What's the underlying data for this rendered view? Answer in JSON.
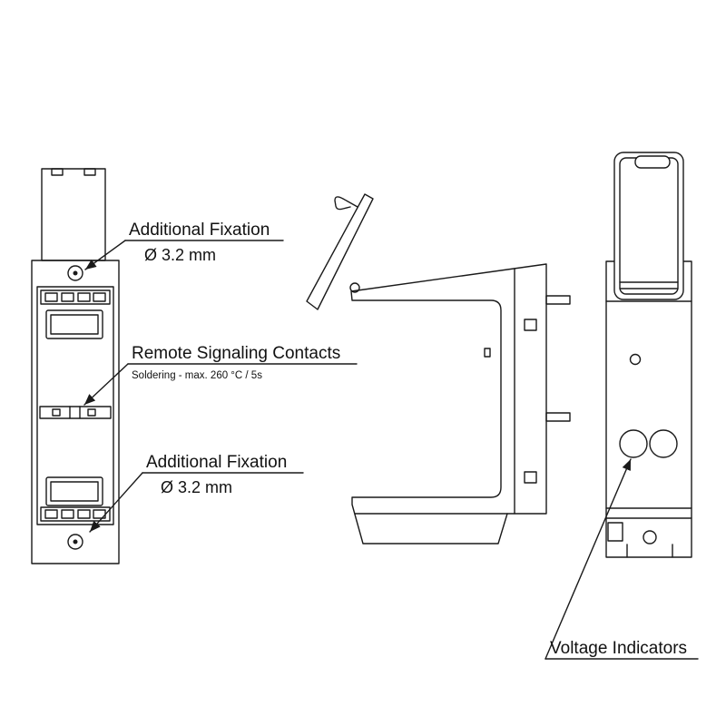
{
  "colors": {
    "line": "#1a1a1a",
    "background": "#ffffff",
    "text": "#111111"
  },
  "annotations": {
    "fixation_top": {
      "label": "Additional Fixation",
      "value": "Ø 3.2 mm"
    },
    "remote_signaling": {
      "label": "Remote Signaling Contacts",
      "note": "Soldering - max. 260 °C / 5s"
    },
    "fixation_bottom": {
      "label": "Additional Fixation",
      "value": "Ø 3.2 mm"
    },
    "voltage_indicators": {
      "label": "Voltage Indicators"
    }
  }
}
